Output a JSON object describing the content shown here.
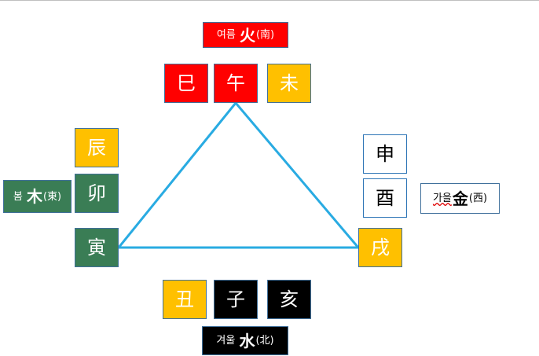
{
  "season_labels": {
    "summer": {
      "season": "여름",
      "element": "火",
      "direction": "(南)"
    },
    "spring": {
      "season": "봄",
      "element": "木",
      "direction": "(東)"
    },
    "autumn": {
      "season": "가을",
      "element": "金",
      "direction": "(西)"
    },
    "winter": {
      "season": "겨울",
      "element": "水",
      "direction": "(北)"
    }
  },
  "branches": {
    "si": "巳",
    "o": "午",
    "mi": "未",
    "jin": "辰",
    "myo": "卯",
    "in": "寅",
    "sin": "申",
    "yu": "酉",
    "sul": "戌",
    "chuk": "丑",
    "ja": "子",
    "hae": "亥"
  },
  "colors": {
    "fire": "#ff0000",
    "earth": "#ffc000",
    "wood": "#3a7d55",
    "water": "#000000",
    "metal": "#ffffff",
    "triangle": "#29abe2"
  }
}
